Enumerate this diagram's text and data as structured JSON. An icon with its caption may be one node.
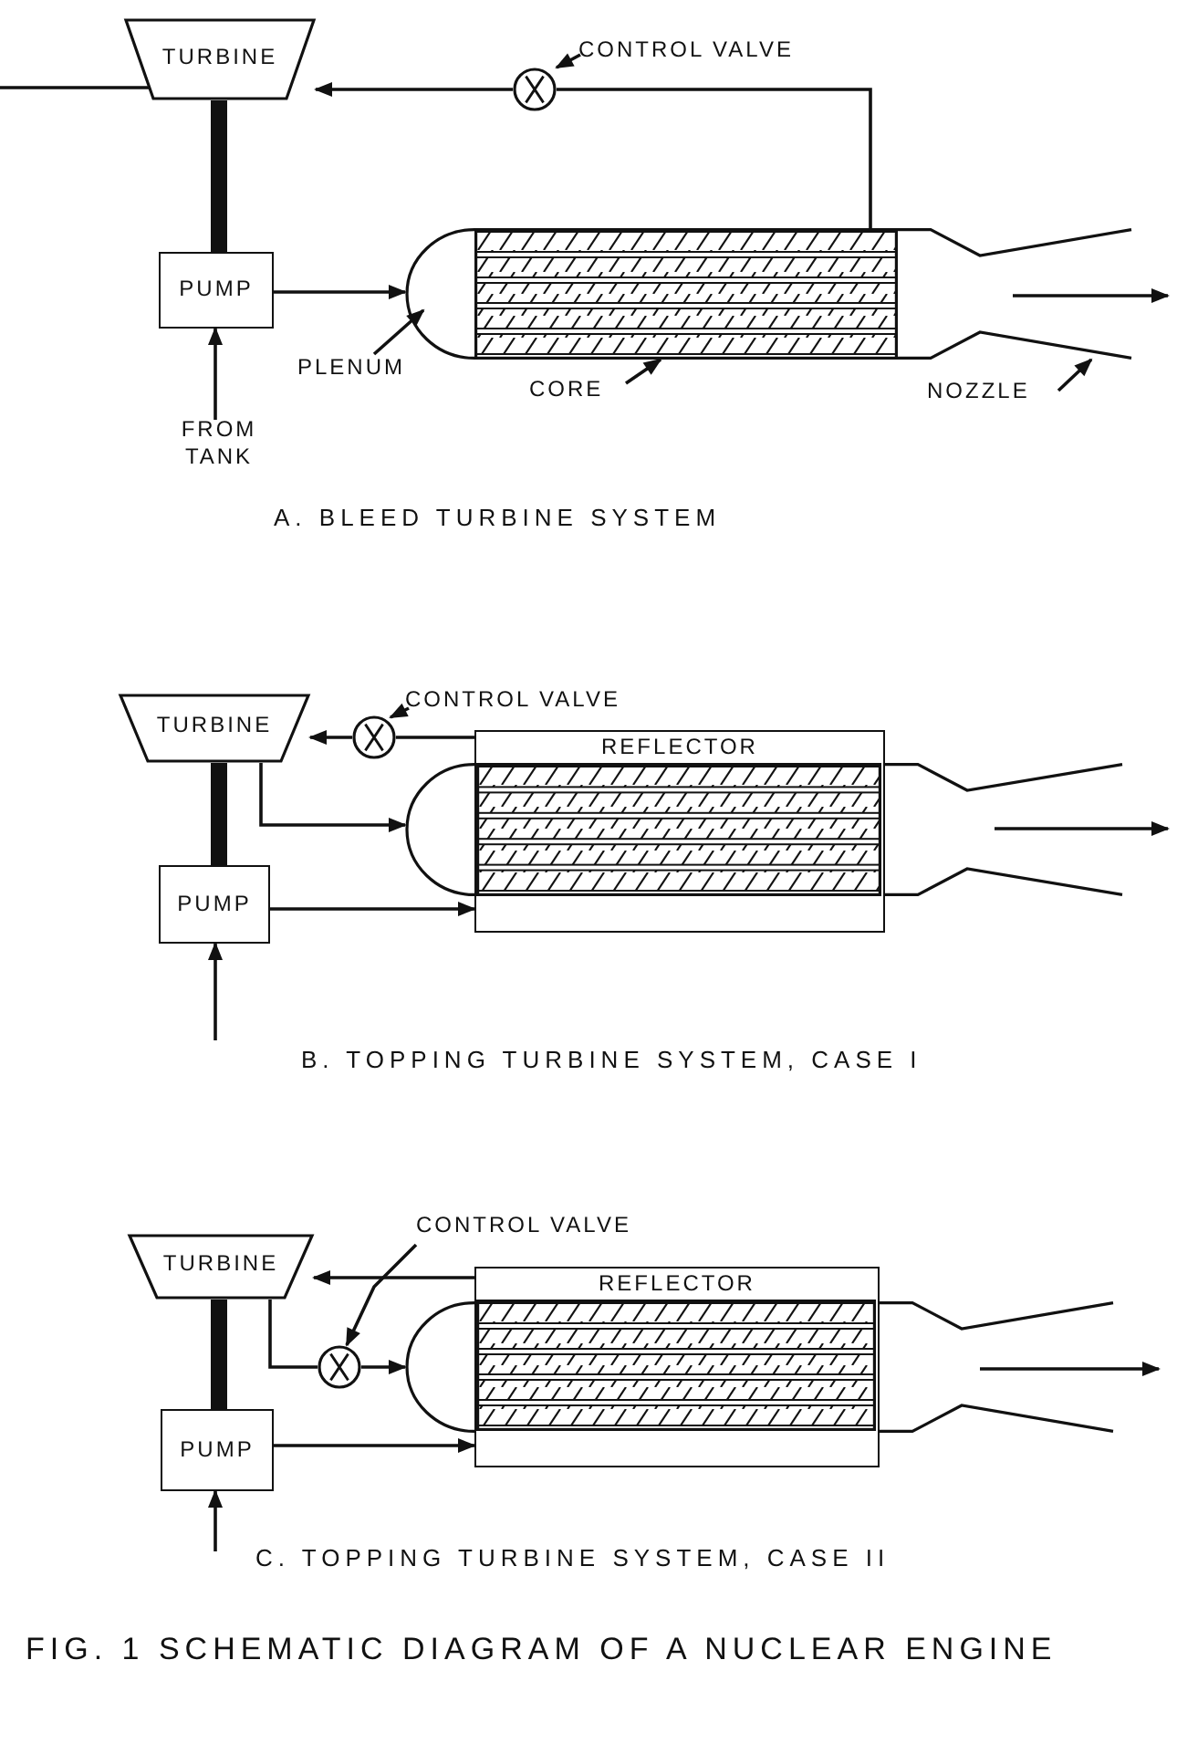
{
  "diagram": {
    "caption": "FIG. 1 SCHEMATIC DIAGRAM OF A NUCLEAR ENGINE",
    "nodes": [
      {
        "text": [
          "TURBINE"
        ]
      },
      {
        "text": [
          "CONTROL VALVE"
        ]
      },
      {
        "text": [],
        "shape": "circle"
      },
      {
        "text": [
          "PUMP"
        ]
      },
      {
        "text": [],
        "shape": "dome"
      },
      {
        "text": [],
        "shape": "box"
      },
      {
        "text": [],
        "shape": "nozzle"
      },
      {
        "text": [
          "PLENUM"
        ]
      },
      {
        "text": [
          "CORE"
        ]
      },
      {
        "text": [
          "NOZZLE"
        ]
      },
      {
        "text": [
          "FROM TANK"
        ]
      },
      {
        "text": [
          "TURBINE"
        ]
      },
      {
        "text": [
          "CONTROL VALVE"
        ]
      },
      {
        "text": [],
        "shape": "circle"
      },
      {
        "text": [
          "REFLECTOR"
        ]
      },
      {
        "text": [],
        "shape": "box",
        "in": 14
      },
      {
        "text": [
          "PUMP"
        ]
      },
      {
        "text": [],
        "shape": "dome"
      },
      {
        "text": [],
        "shape": "nozzle"
      },
      {
        "text": [
          "TURBINE"
        ]
      },
      {
        "text": [
          "CONTROL VALVE"
        ]
      },
      {
        "text": [],
        "shape": "circle"
      },
      {
        "text": [
          "REFLECTOR"
        ]
      },
      {
        "text": [],
        "shape": "box",
        "in": 22
      },
      {
        "text": [
          "PUMP"
        ]
      },
      {
        "text": [],
        "shape": "dome"
      },
      {
        "text": [],
        "shape": "nozzle"
      }
    ],
    "edges": [
      {
        "from": 0,
        "to": null,
        "arrow": "none"
      },
      {
        "from": 5,
        "to": 2,
        "arrow": "none"
      },
      {
        "from": 2,
        "to": 0,
        "arrow": "to"
      },
      {
        "from": 0,
        "to": 3,
        "arrow": "none",
        "style": "thick"
      },
      {
        "from": 3,
        "to": 4,
        "arrow": "to"
      },
      {
        "from": 10,
        "to": 3,
        "arrow": "to"
      },
      {
        "from": 1,
        "to": 2,
        "arrow": "to"
      },
      {
        "from": 7,
        "to": 4,
        "arrow": "to"
      },
      {
        "from": 8,
        "to": 5,
        "arrow": "to"
      },
      {
        "from": 9,
        "to": 6,
        "arrow": "to"
      },
      {
        "from": 6,
        "to": null,
        "arrow": "to"
      },
      {
        "from": 14,
        "to": 13,
        "arrow": "none"
      },
      {
        "from": 13,
        "to": 11,
        "arrow": "to"
      },
      {
        "from": 12,
        "to": 13,
        "arrow": "to"
      },
      {
        "from": 11,
        "to": 17,
        "arrow": "to"
      },
      {
        "from": 11,
        "to": 16,
        "arrow": "none",
        "style": "thick"
      },
      {
        "from": 16,
        "to": 14,
        "arrow": "to"
      },
      {
        "from": null,
        "to": 16,
        "arrow": "to"
      },
      {
        "from": 18,
        "to": null,
        "arrow": "to"
      },
      {
        "from": 22,
        "to": 19,
        "arrow": "to"
      },
      {
        "from": 19,
        "to": 21,
        "arrow": "none"
      },
      {
        "from": 21,
        "to": 25,
        "arrow": "to"
      },
      {
        "from": 20,
        "to": 21,
        "arrow": "to"
      },
      {
        "from": 19,
        "to": 24,
        "arrow": "none",
        "style": "thick"
      },
      {
        "from": 24,
        "to": 22,
        "arrow": "to"
      },
      {
        "from": null,
        "to": 24,
        "arrow": "to"
      },
      {
        "from": 26,
        "to": null,
        "arrow": "to"
      }
    ],
    "labels": [
      "A. BLEED TURBINE SYSTEM",
      "B. TOPPING TURBINE SYSTEM, CASE I",
      "C. TOPPING TURBINE SYSTEM, CASE II"
    ]
  }
}
